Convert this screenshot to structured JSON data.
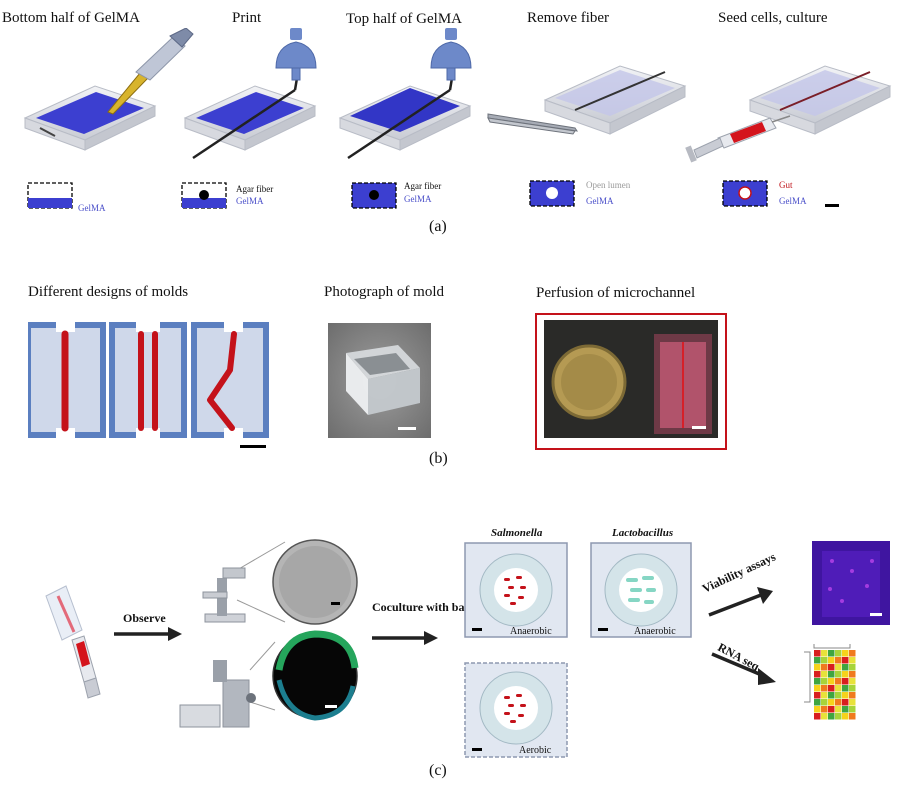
{
  "panel_a": {
    "letter": "(a)",
    "steps": [
      {
        "title": "Bottom half of GelMA",
        "labels": [
          "GelMA"
        ]
      },
      {
        "title": "Print",
        "labels": [
          "Agar fiber",
          "GelMA"
        ]
      },
      {
        "title": "Top half of GelMA",
        "labels": [
          "Agar fiber",
          "GelMA"
        ]
      },
      {
        "title": "Remove fiber",
        "labels": [
          "Open lumen",
          "GelMA"
        ]
      },
      {
        "title": "Seed cells, culture",
        "labels": [
          "Gut",
          "GelMA"
        ]
      }
    ]
  },
  "panel_b": {
    "letter": "(b)",
    "mold_designs_title": "Different designs of molds",
    "photo_title": "Photograph of mold",
    "perfusion_title": "Perfusion of microchannel"
  },
  "panel_c": {
    "letter": "(c)",
    "observe": "Observe",
    "coculture": "Coculture with bacteria",
    "salmonella": "Salmonella",
    "lactobacillus": "Lactobacillus",
    "anaerobic": "Anaerobic",
    "aerobic": "Aerobic",
    "viability": "Viability assays",
    "rnaseq": "RNA seq"
  },
  "colors": {
    "gelma": "#4a4fc9",
    "channel": "#c4121a",
    "mold": "#5b7fc0",
    "mold_fill": "#cfd8ea"
  }
}
